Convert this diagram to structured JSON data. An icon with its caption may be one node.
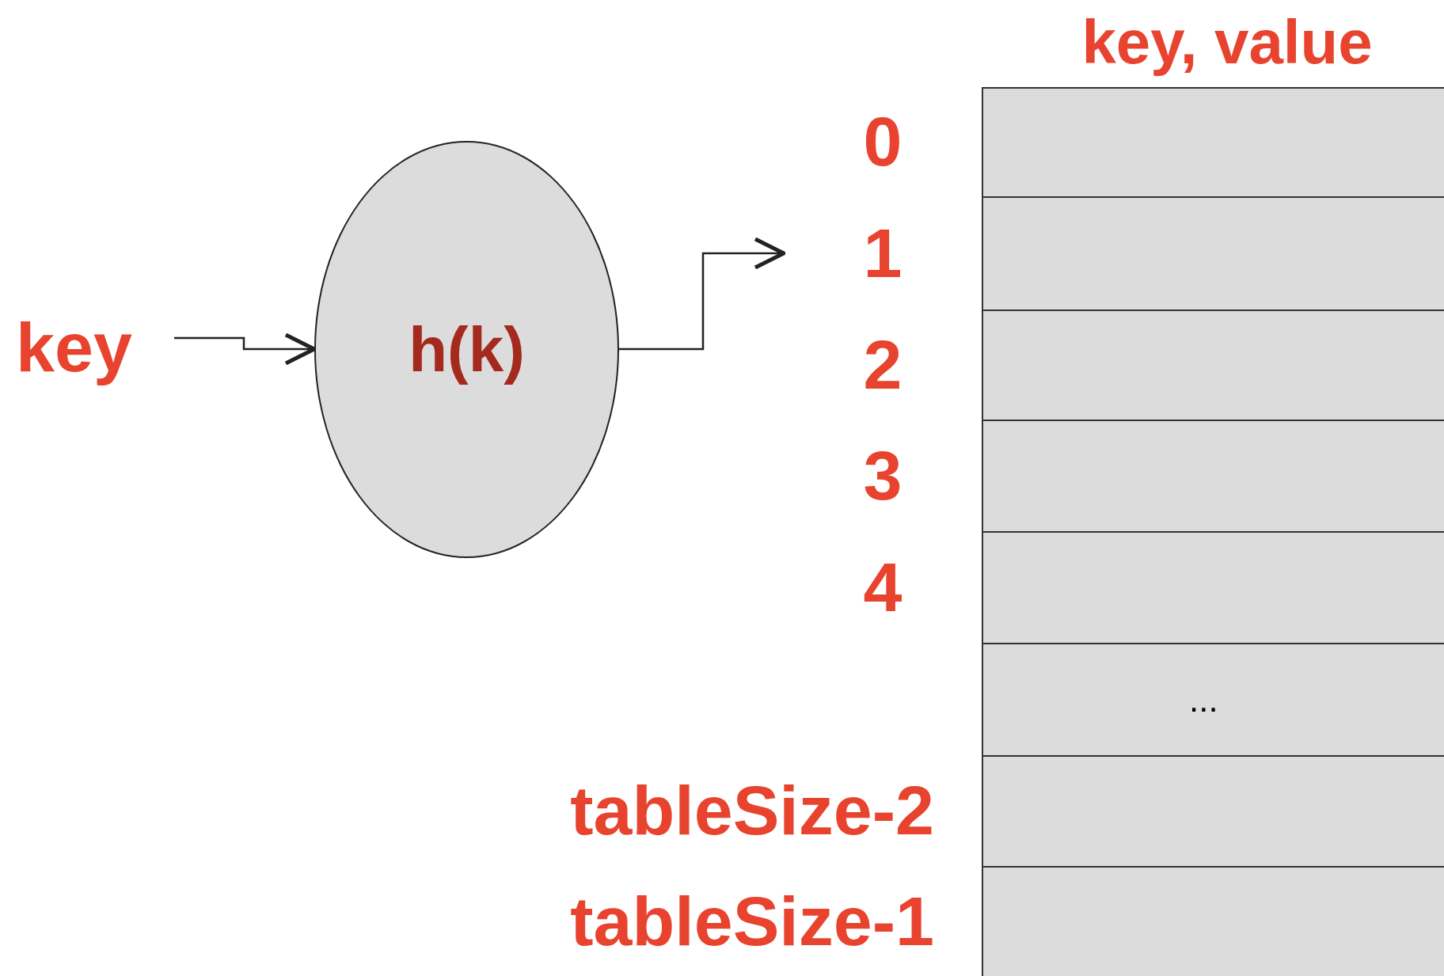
{
  "diagram": {
    "nodes": [
      {
        "text": [
          "key"
        ]
      },
      {
        "text": [
          "h(k)"
        ]
      },
      {
        "text": [
          "1"
        ]
      },
      {
        "text": [
          "key, value"
        ]
      },
      {
        "text": [],
        "shape": "box",
        "in": 3
      },
      {
        "text": [],
        "shape": "box",
        "in": 3
      },
      {
        "text": [],
        "shape": "box",
        "in": 3
      },
      {
        "text": [],
        "shape": "box",
        "in": 3
      },
      {
        "text": [],
        "shape": "box",
        "in": 3
      },
      {
        "text": [
          "..."
        ],
        "in": 3
      },
      {
        "text": [],
        "shape": "box",
        "in": 3
      },
      {
        "text": [],
        "shape": "box",
        "in": 3
      }
    ],
    "edges": [
      {
        "from": 0,
        "to": 1,
        "arrow": "to"
      },
      {
        "from": 1,
        "to": 2,
        "arrow": "to"
      }
    ],
    "labels": [
      "0",
      "2",
      "3",
      "4",
      "tableSize-2",
      "tableSize-1"
    ]
  }
}
